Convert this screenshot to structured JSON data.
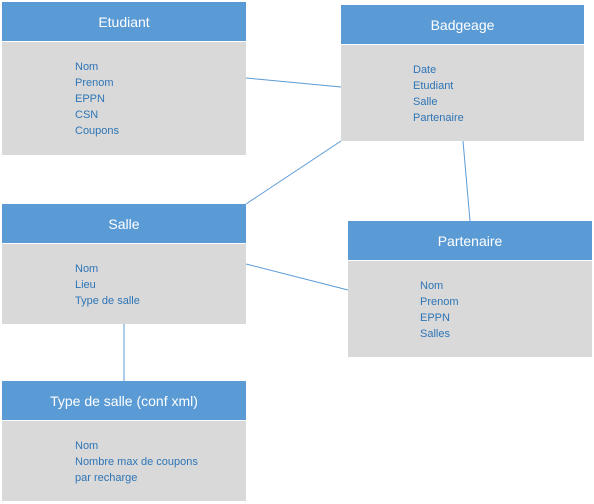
{
  "entities": {
    "etudiant": {
      "title": "Etudiant",
      "attributes": [
        "Nom",
        "Prenom",
        "EPPN",
        "CSN",
        "Coupons"
      ]
    },
    "badgeage": {
      "title": "Badgeage",
      "attributes": [
        "Date",
        "Etudiant",
        "Salle",
        "Partenaire"
      ]
    },
    "salle": {
      "title": "Salle",
      "attributes": [
        "Nom",
        "Lieu",
        "Type de salle"
      ]
    },
    "partenaire": {
      "title": "Partenaire",
      "attributes": [
        "Nom",
        "Prenom",
        "EPPN",
        "Salles"
      ]
    },
    "type_salle": {
      "title": "Type de salle (conf xml)",
      "attributes": [
        "Nom",
        "Nombre max de coupons",
        "par recharge"
      ]
    }
  },
  "colors": {
    "header": "#5b9bd5",
    "body": "#d9d9d9",
    "attribute_text": "#2e75b6",
    "connector": "#5b9bd5"
  }
}
